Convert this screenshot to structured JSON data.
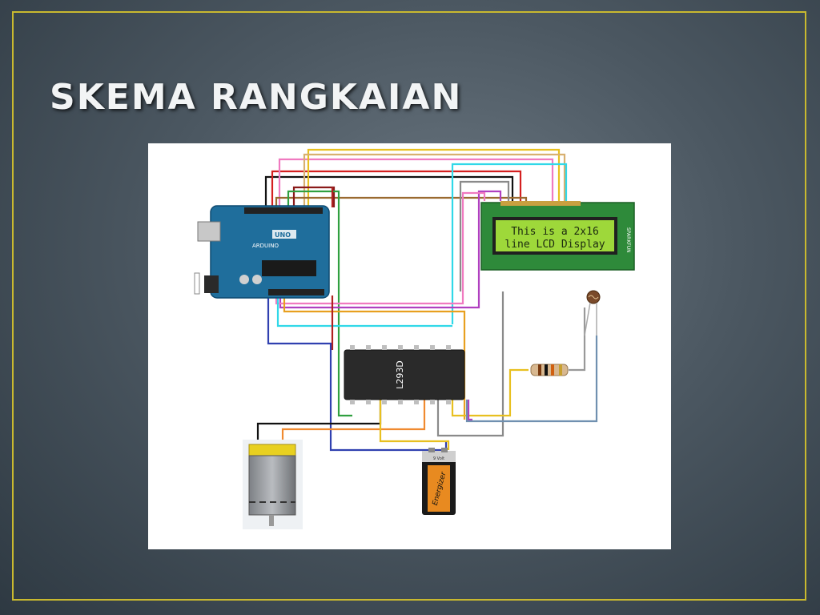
{
  "slide": {
    "title": "SKEMA RANGKAIAN",
    "frame_color": "#c9b92f"
  },
  "diagram": {
    "components": {
      "arduino": {
        "logo_text": "ARDUINO",
        "model_text": "UNO"
      },
      "lcd": {
        "line1": "This is a 2x16",
        "line2": "line LCD Display",
        "side_text": "SPARKFUN"
      },
      "driver_ic": {
        "label": "L293D"
      },
      "battery": {
        "brand": "Energizer",
        "top_text": "9 Volt"
      }
    },
    "wire_colors": {
      "black": "#111111",
      "red": "#d42020",
      "pink": "#f07ac0",
      "yellow": "#e8c020",
      "cyan": "#30d8e8",
      "gray": "#8a8a8a",
      "brown": "#9a6a30",
      "magenta": "#b040c0",
      "blue": "#3040b0",
      "orange": "#f08a30",
      "green": "#30a040",
      "steel": "#7090b0"
    }
  }
}
